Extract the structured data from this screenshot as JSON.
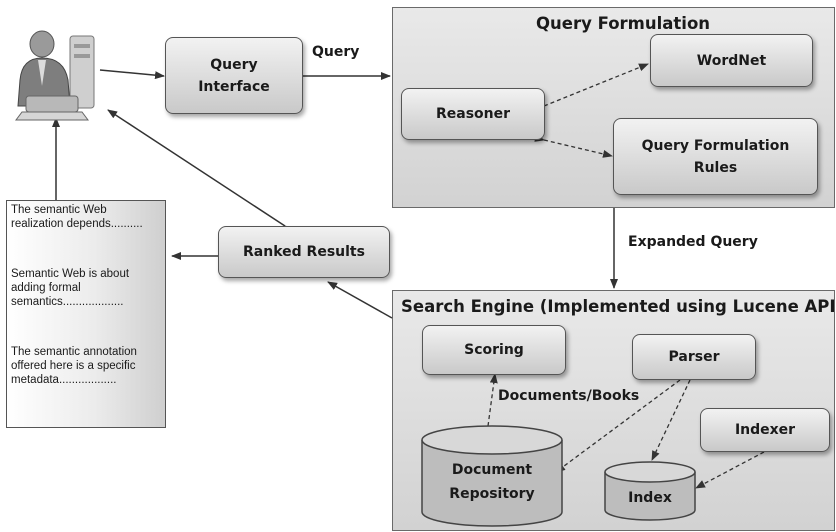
{
  "user": {
    "icon": "user-at-computer-icon"
  },
  "query_interface": {
    "label": "Query\nInterface"
  },
  "query_label": "Query",
  "query_formulation": {
    "title": "Query Formulation",
    "reasoner": "Reasoner",
    "wordnet": "WordNet",
    "rules": "Query Formulation\nRules"
  },
  "expanded_query_label": "Expanded Query",
  "ranked_results": {
    "label": "Ranked Results"
  },
  "results_list": [
    "The semantic Web realization depends..........",
    "Semantic Web is about adding formal semantics...................",
    "The semantic annotation offered here is a specific metadata.................."
  ],
  "search_engine": {
    "title": "Search Engine (Implemented using Lucene API)",
    "scoring": "Scoring",
    "parser": "Parser",
    "indexer": "Indexer",
    "documents_books_label": "Documents/Books",
    "document_repository": "Document\nRepository",
    "index": "Index"
  }
}
